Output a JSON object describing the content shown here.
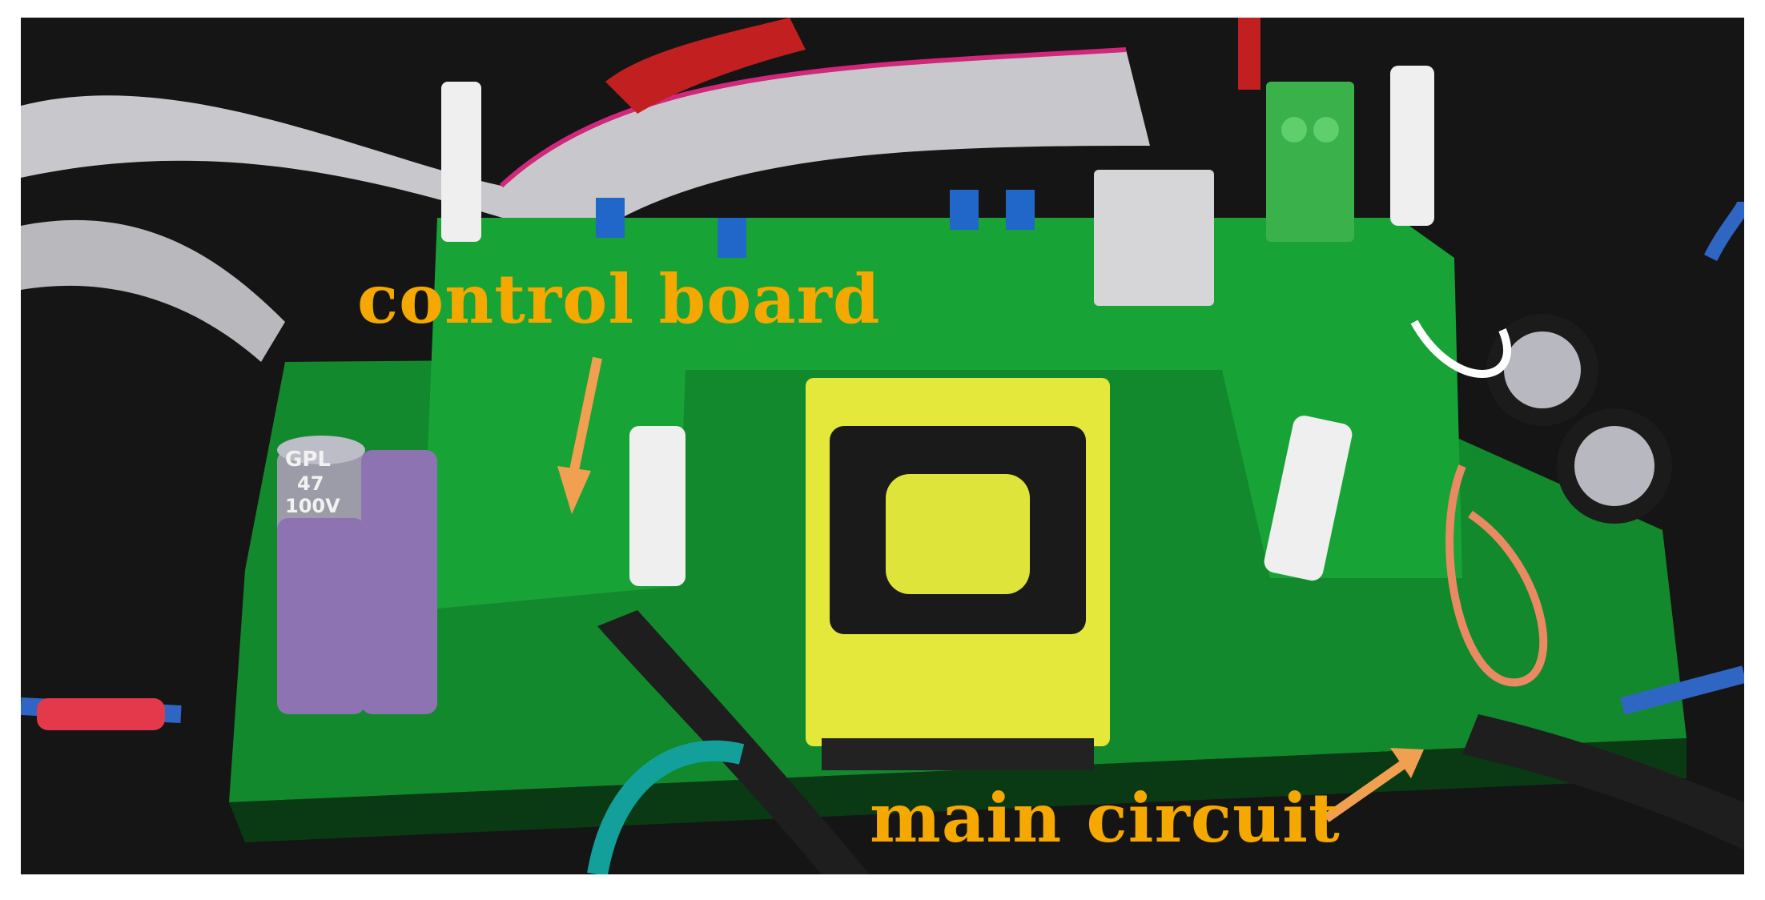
{
  "annotations": {
    "control_board": "control board",
    "main_circuit": "main circuit"
  },
  "capacitor_markings": {
    "brand": "GPL",
    "value": "47",
    "voltage": "100V"
  },
  "colors": {
    "annotation_text": "#f5a800",
    "arrow": "#f0a050",
    "pcb_green": "#169a34",
    "background": "#141414"
  }
}
